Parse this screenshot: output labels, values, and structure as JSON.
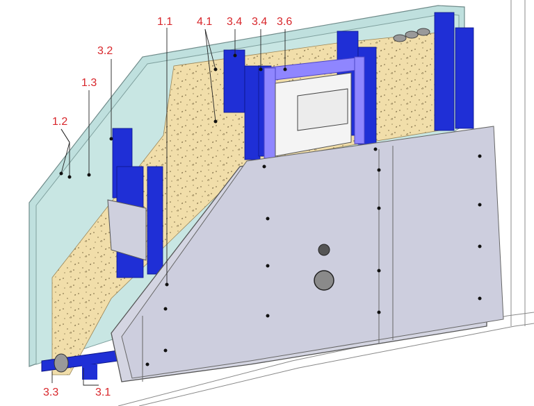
{
  "labels": {
    "l_1_1": "1.1",
    "l_4_1": "4.1",
    "l_3_4a": "3.4",
    "l_3_4b": "3.4",
    "l_3_6": "3.6",
    "l_3_2": "3.2",
    "l_1_3": "1.3",
    "l_1_2": "1.2",
    "l_3_3": "3.3",
    "l_3_1": "3.1"
  },
  "colors": {
    "label": "#d8262b",
    "stud_blue": "#1f2fd6",
    "insulation": "#f1deaa",
    "board_green": "#bfe0de",
    "board_grey": "#cfd0de",
    "frame_purple": "#8f86ff"
  }
}
